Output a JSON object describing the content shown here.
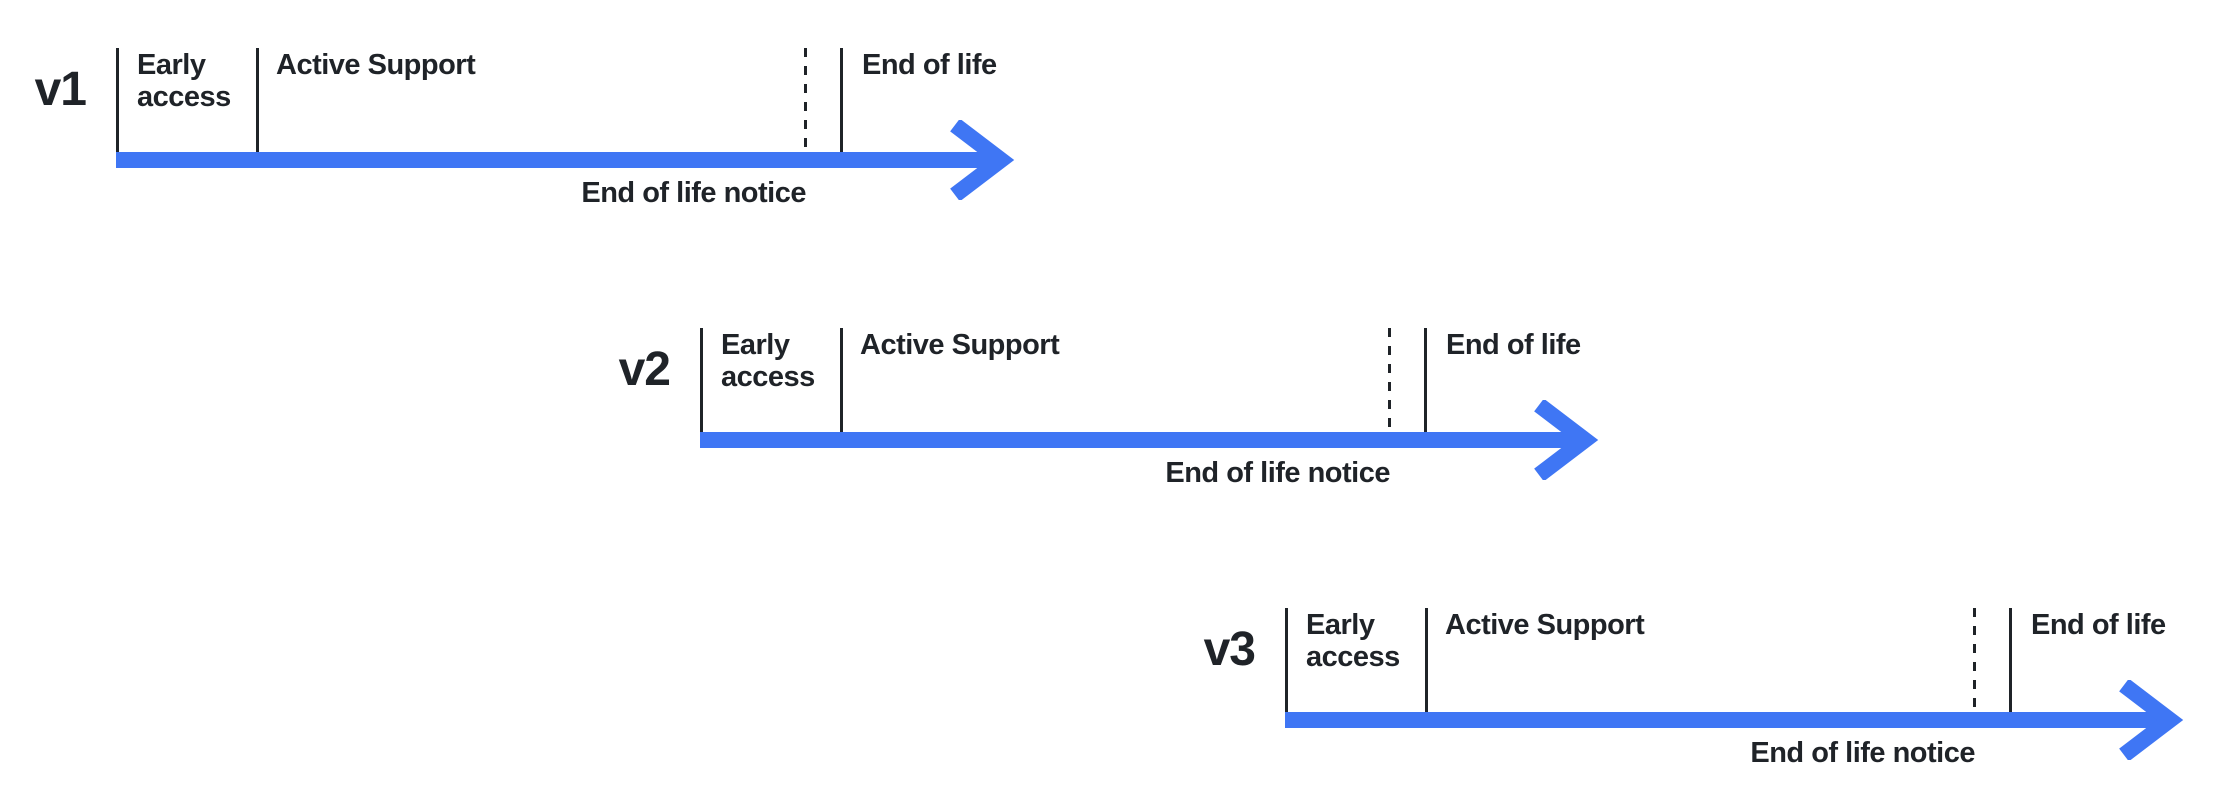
{
  "colors": {
    "ink": "#1F2328",
    "arrow": "#3F76F4"
  },
  "timelines": [
    {
      "version": "v1",
      "early_access": "Early access",
      "active_support": "Active Support",
      "end_of_life": "End of life",
      "end_of_life_notice": "End of life notice"
    },
    {
      "version": "v2",
      "early_access": "Early access",
      "active_support": "Active Support",
      "end_of_life": "End of life",
      "end_of_life_notice": "End of life notice"
    },
    {
      "version": "v3",
      "early_access": "Early access",
      "active_support": "Active Support",
      "end_of_life": "End of life",
      "end_of_life_notice": "End of life notice"
    }
  ]
}
